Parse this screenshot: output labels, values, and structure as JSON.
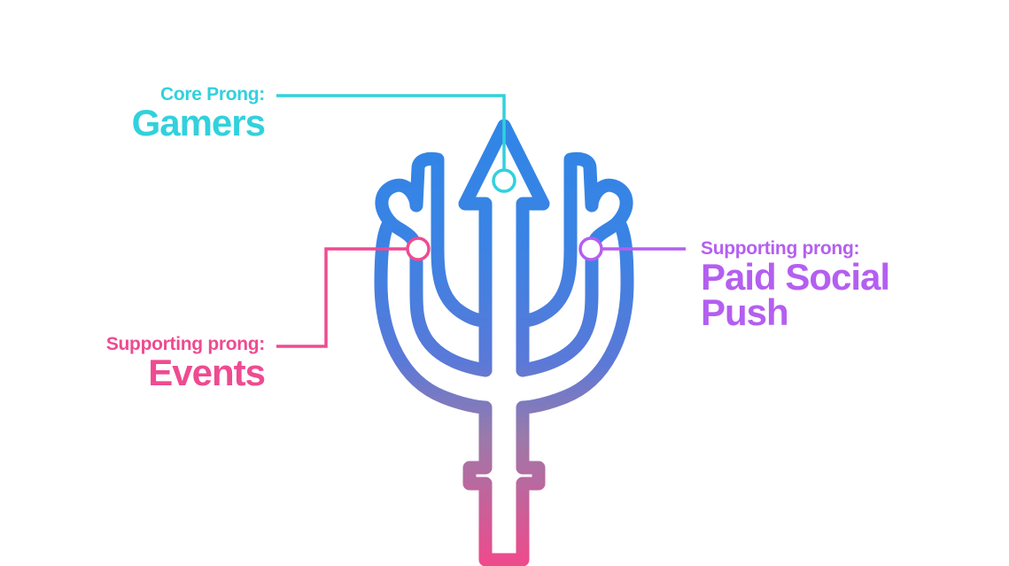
{
  "colors": {
    "core": "#31d1dc",
    "events": "#ee4b91",
    "paid": "#b45ff0",
    "trident_top": "#2f86e6",
    "trident_mid": "#5a79d8",
    "trident_bottom": "#ee4b8c"
  },
  "core": {
    "kicker": "Core Prong:",
    "title": "Gamers"
  },
  "events": {
    "kicker": "Supporting prong:",
    "title": "Events"
  },
  "paid": {
    "kicker": "Supporting prong:",
    "title_line1": "Paid Social",
    "title_line2": "Push"
  }
}
